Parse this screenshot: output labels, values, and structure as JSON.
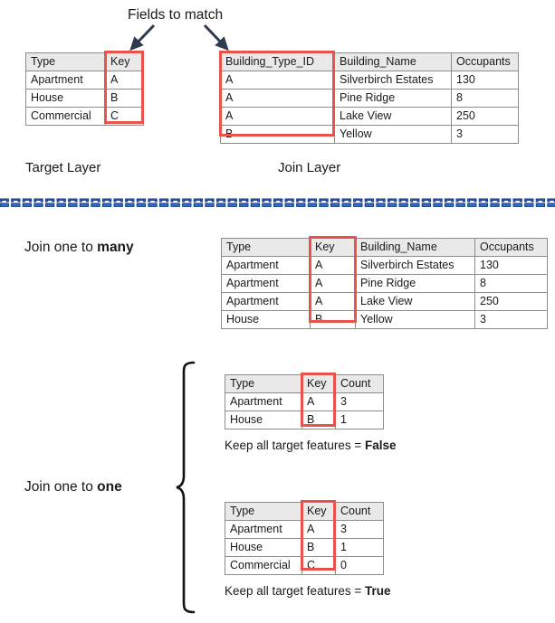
{
  "title_note": "Fields to match",
  "arrows": [
    {
      "name": "arrow-to-target-key"
    },
    {
      "name": "arrow-to-join-key"
    }
  ],
  "target_layer": {
    "caption": "Target Layer",
    "headers": [
      "Type",
      "Key"
    ],
    "rows": [
      [
        "Apartment",
        "A"
      ],
      [
        "House",
        "B"
      ],
      [
        "Commercial",
        "C"
      ]
    ]
  },
  "join_layer": {
    "caption": "Join Layer",
    "headers": [
      "Building_Type_ID",
      "Building_Name",
      "Occupants"
    ],
    "rows": [
      [
        "A",
        "Silverbirch Estates",
        "130"
      ],
      [
        "A",
        "Pine Ridge",
        "8"
      ],
      [
        "A",
        "Lake View",
        "250"
      ],
      [
        "B",
        "Yellow",
        "3"
      ]
    ]
  },
  "one_to_many": {
    "label_prefix": "Join one to ",
    "label_strong": "many",
    "headers": [
      "Type",
      "Key",
      "Building_Name",
      "Occupants"
    ],
    "rows": [
      [
        "Apartment",
        "A",
        "Silverbirch Estates",
        "130"
      ],
      [
        "Apartment",
        "A",
        "Pine Ridge",
        "8"
      ],
      [
        "Apartment",
        "A",
        "Lake View",
        "250"
      ],
      [
        "House",
        "B",
        "Yellow",
        "3"
      ]
    ]
  },
  "one_to_one": {
    "label_prefix": "Join one to ",
    "label_strong": "one",
    "false_case": {
      "headers": [
        "Type",
        "Key",
        "Count"
      ],
      "rows": [
        [
          "Apartment",
          "A",
          "3"
        ],
        [
          "House",
          "B",
          "1"
        ]
      ],
      "caption_prefix": "Keep all target features = ",
      "caption_strong": "False"
    },
    "true_case": {
      "headers": [
        "Type",
        "Key",
        "Count"
      ],
      "rows": [
        [
          "Apartment",
          "A",
          "3"
        ],
        [
          "House",
          "B",
          "1"
        ],
        [
          "Commercial",
          "C",
          "0"
        ]
      ],
      "caption_prefix": "Keep all target features = ",
      "caption_strong": "True"
    }
  },
  "colors": {
    "highlight_red": "#e8544b",
    "header_gray": "#e9e9e9",
    "divider_blue": "#2a6fd4",
    "divider_outline": "#14307a",
    "arrow_navy": "#2f3b4c",
    "text": "#1a1a1a",
    "grid_line": "#8c8c8c"
  }
}
